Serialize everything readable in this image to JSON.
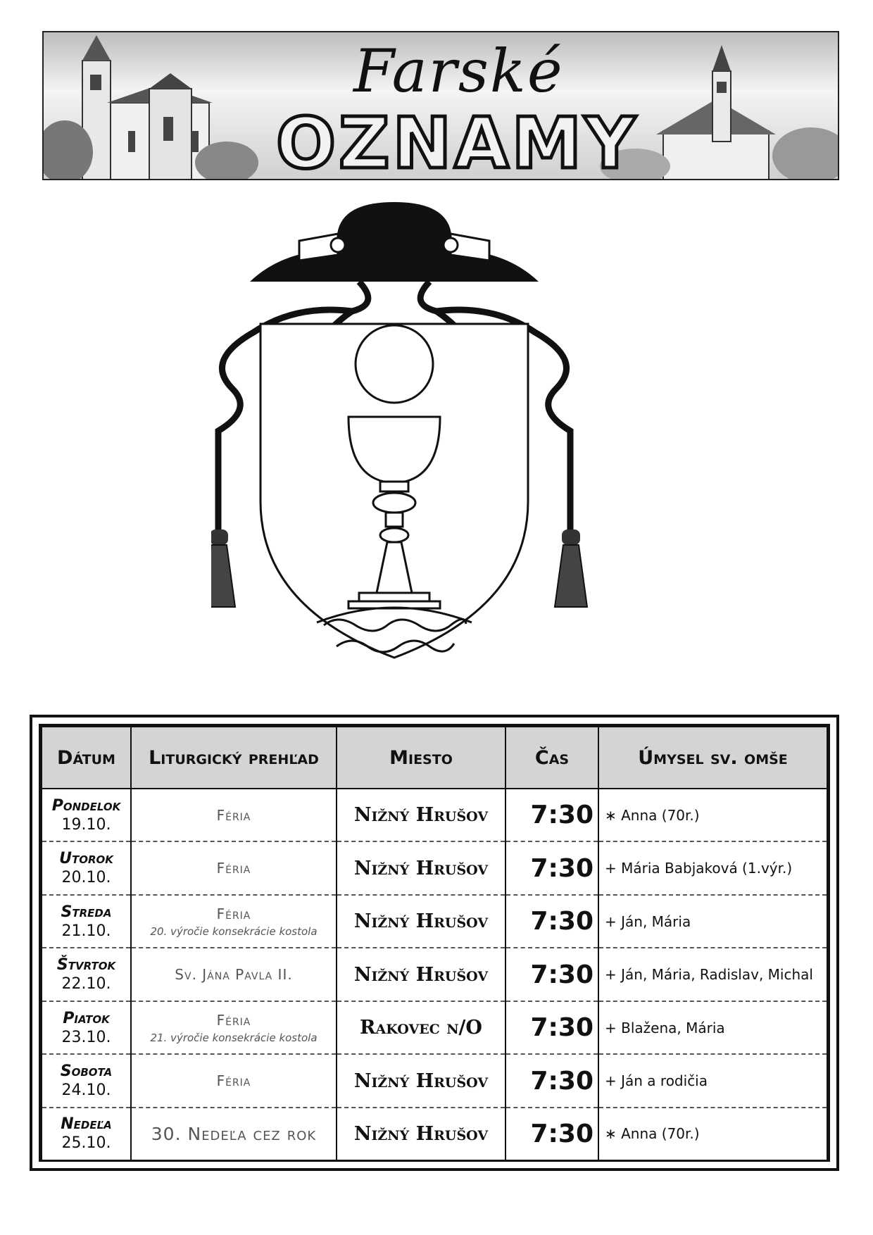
{
  "header": {
    "script_title": "Farské",
    "big_title": "OZNAMY"
  },
  "table": {
    "headers": {
      "datum": "Dátum",
      "liturgia": "Liturgický prehľad",
      "miesto": "Miesto",
      "cas": "Čas",
      "umysel": "Úmysel sv. omše"
    },
    "rows": [
      {
        "day": "Pondelok",
        "date": "19.10.",
        "liturgy": "Féria",
        "note": "",
        "place": "Nižný Hrušov",
        "time": "7:30",
        "intention": "∗ Anna (70r.)"
      },
      {
        "day": "Utorok",
        "date": "20.10.",
        "liturgy": "Féria",
        "note": "",
        "place": "Nižný Hrušov",
        "time": "7:30",
        "intention": "+ Mária Babjaková (1.výr.)"
      },
      {
        "day": "Streda",
        "date": "21.10.",
        "liturgy": "Féria",
        "note": "20. výročie konsekrácie kostola",
        "place": "Nižný Hrušov",
        "time": "7:30",
        "intention": "+ Ján, Mária"
      },
      {
        "day": "Štvrtok",
        "date": "22.10.",
        "liturgy": "Sv. Jána Pavla II.",
        "note": "",
        "place": "Nižný Hrušov",
        "time": "7:30",
        "intention": "+ Ján, Mária, Radislav, Michal"
      },
      {
        "day": "Piatok",
        "date": "23.10.",
        "liturgy": "Féria",
        "note": "21. výročie konsekrácie kostola",
        "place": "Rakovec n/O",
        "time": "7:30",
        "intention": "+ Blažena, Mária"
      },
      {
        "day": "Sobota",
        "date": "24.10.",
        "liturgy": "Féria",
        "note": "",
        "place": "Nižný Hrušov",
        "time": "7:30",
        "intention": "+ Ján a rodičia"
      },
      {
        "day": "Nedeľa",
        "date": "25.10.",
        "liturgy": "30. Nedeľa cez rok",
        "note": "",
        "place": "Nižný Hrušov",
        "time": "7:30",
        "intention": "∗ Anna (70r.)"
      }
    ]
  }
}
